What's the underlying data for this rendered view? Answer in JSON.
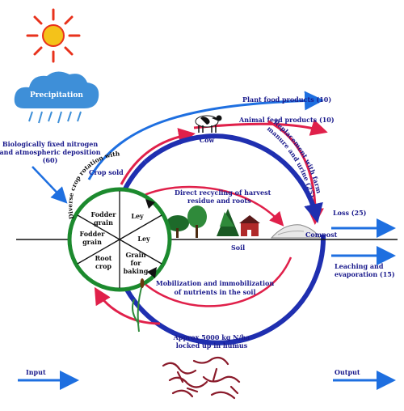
{
  "labels": {
    "precipitation": "Precipitation",
    "fixed_n_line1": "Biologically fixed nitrogen",
    "fixed_n_line2": "and atmospheric deposition",
    "fixed_n_value": "(60)",
    "plant_food": "Plant food products (10)",
    "animal_feed": "Animal feed products (10)",
    "replacement_line1": "Replacement with farm yard",
    "replacement_line2": "manure and urine (25)",
    "cow": "Cow",
    "crop_sold": "Crop sold",
    "rotation": "Diverse crop rotation with",
    "direct_line1": "Direct recycling of harvest",
    "direct_line2": "residue and roots",
    "loss": "Loss (25)",
    "compost": "Compost",
    "soil": "Soil",
    "leach_line1": "Leaching and",
    "leach_line2": "evaporation (15)",
    "mobil_line1": "Mobilization and immobilization",
    "mobil_line2": "of nutrients in the soil",
    "humus_line1": "Approx 5000 kg N/ha",
    "humus_line2": "locked up in humus",
    "input": "Input",
    "output": "Output"
  },
  "wheel": {
    "fodder_grain_top": [
      "Fodder",
      "grain"
    ],
    "ley_top": "Ley",
    "ley_right": "Ley",
    "fodder_grain_left": [
      "Fodder",
      "grain"
    ],
    "root_crop": [
      "Root",
      "crop"
    ],
    "grain_baking": [
      "Grain",
      "for",
      "baking"
    ]
  },
  "colors": {
    "label": "#1a1a8c",
    "blue_arrow": "#1e6fe0",
    "red_arrow": "#e0204a",
    "ring_blue": "#1f2fb0",
    "wheel_green": "#1c8a2e",
    "sun": "#f4c21a",
    "sun_rays": "#e8321c",
    "cloud": "#3e8fd8",
    "roots": "#8a1a2a"
  },
  "icons": [
    "sun-icon",
    "cloud-icon",
    "cow-icon",
    "tree-icon",
    "farmhouse-icon",
    "compost-pile-icon",
    "roots-icon"
  ]
}
